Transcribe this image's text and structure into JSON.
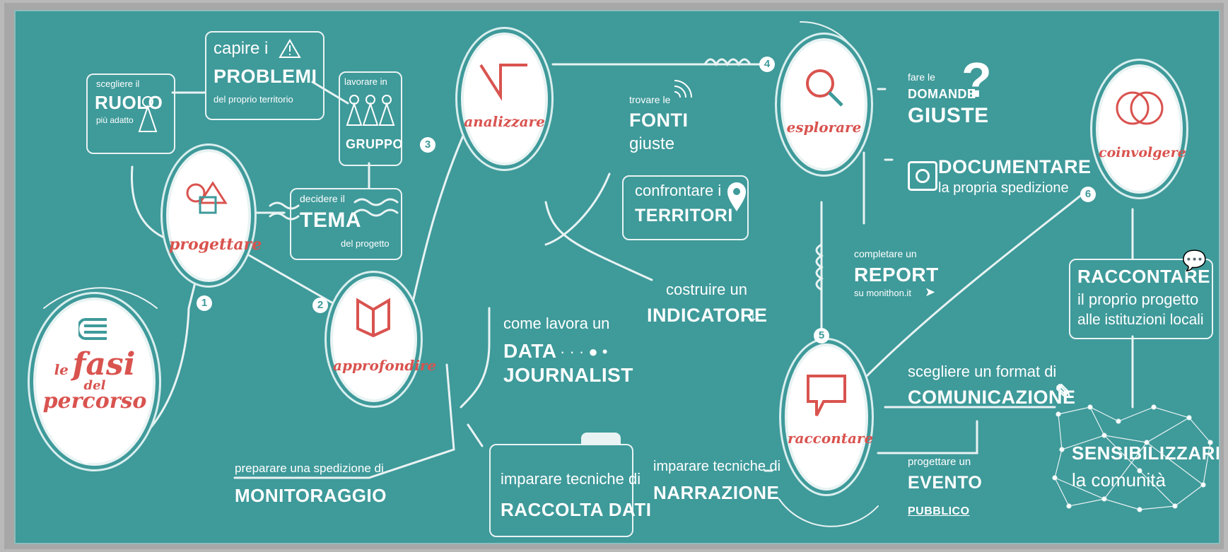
{
  "start": {
    "line1": "le",
    "line2": "fasi",
    "line3": "del",
    "line4": "percorso"
  },
  "phases": {
    "p1": {
      "title": "progettare",
      "num": "1"
    },
    "p2": {
      "title": "approfondire",
      "num": "2"
    },
    "p3": {
      "title": "analizzare",
      "num": "3"
    },
    "p4": {
      "title": "esplorare",
      "num": "4"
    },
    "p5": {
      "title": "raccontare",
      "num": "5"
    },
    "p6": {
      "title": "coinvolgere",
      "num": "6"
    }
  },
  "tasks": {
    "ruolo": {
      "small1": "scegliere il",
      "big": "RUOLO",
      "small2": "più adatto"
    },
    "problemi": {
      "small1": "capire i",
      "big": "PROBLEMI",
      "small2": "del proprio territorio"
    },
    "gruppo": {
      "small1": "lavorare in",
      "big": "GRUPPO"
    },
    "tema": {
      "small1": "decidere il",
      "big": "TEMA",
      "small2": "del progetto"
    },
    "monitoraggio": {
      "small1": "preparare una spedizione di",
      "big": "MONITORAGGIO"
    },
    "data": {
      "small1": "come lavora un",
      "big1": "DATA",
      "big2": "JOURNALIST"
    },
    "raccolta": {
      "small1": "imparare tecniche di",
      "big": "RACCOLTA DATI"
    },
    "fonti": {
      "small1": "trovare le",
      "big": "FONTI",
      "small2": "giuste"
    },
    "territori": {
      "small1": "confrontare i",
      "big": "TERRITORI"
    },
    "indicatore": {
      "small1": "costruire un",
      "big": "INDICATORE"
    },
    "domande": {
      "small1": "fare le",
      "big1": "DOMANDE",
      "big2": "GIUSTE"
    },
    "documentare": {
      "big": "DOCUMENTARE",
      "small2": "la propria spedizione"
    },
    "report": {
      "small1": "completare un",
      "big": "REPORT",
      "small2": "su monithon.it"
    },
    "narrazione": {
      "small1": "imparare tecniche di",
      "big": "NARRAZIONE"
    },
    "evento": {
      "small1": "progettare un",
      "big1": "EVENTO",
      "big2": "PUBBLICO"
    },
    "comunicazione": {
      "small1": "scegliere un format di",
      "big": "COMUNICAZIONE"
    },
    "raccontare": {
      "big": "RACCONTARE",
      "small1": "il proprio progetto",
      "small2": "alle istituzioni locali"
    },
    "sensibilizzare": {
      "big": "SENSIBILIZZARE",
      "small2": "la comunità"
    }
  }
}
